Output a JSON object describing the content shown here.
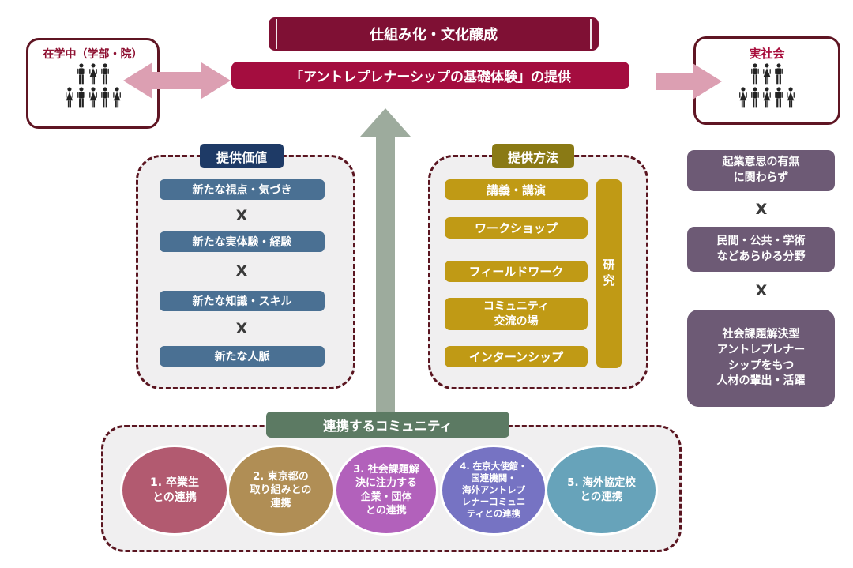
{
  "banners": {
    "system": "仕組み化・文化醸成",
    "core": "「アントレプレナーシップの基礎体験」の提供"
  },
  "left_box": {
    "title": "在学中（学部・院）"
  },
  "right_box": {
    "title": "実社会"
  },
  "x_mark": "X",
  "value_section": {
    "header": "提供価値",
    "items": [
      "新たな視点・気づき",
      "新たな実体験・経験",
      "新たな知識・スキル",
      "新たな人脈"
    ]
  },
  "method_section": {
    "header": "提供方法",
    "items": [
      "講義・講演",
      "ワークショップ",
      "フィールドワーク",
      "コミュニティ\n交流の場",
      "インターンシップ"
    ],
    "side_label": "研究"
  },
  "outcome_column": {
    "items": [
      "起業意思の有無\nに関わらず",
      "民間・公共・学術\nなどあらゆる分野",
      "社会課題解決型\nアントレプレナー\nシップをもつ\n人材の輩出・活躍"
    ]
  },
  "community_section": {
    "header": "連携するコミュニティ",
    "ellipses": [
      {
        "label": "1. 卒業生\nとの連携",
        "color": "#b25a70"
      },
      {
        "label": "2. 東京都の\n取り組みとの\n連携",
        "color": "#b08e55"
      },
      {
        "label": "3. 社会課題解\n決に注力する\n企業・団体\nとの連携",
        "color": "#b261bb"
      },
      {
        "label": "4. 在京大使館・\n国連機関・\n海外アントレプ\nレナーコミュニ\nティとの連携",
        "color": "#7673c3"
      },
      {
        "label": "5. 海外協定校\nとの連携",
        "color": "#67a3ba"
      }
    ]
  },
  "colors": {
    "banner_system": "#7f1034",
    "banner_core": "#a40d3f",
    "box_border": "#5f1523",
    "dashed_border": "#5a1520",
    "panel_bg": "#f0eff0",
    "value_header": "#1e3a66",
    "value_bar": "#4a7093",
    "method_header": "#8a7a15",
    "method_bar": "#c09a15",
    "outcome_box": "#6d5a75",
    "community_header": "#5c7a63",
    "arrow_pink": "#dc9fb2",
    "arrow_gray": "#9dab9d"
  }
}
